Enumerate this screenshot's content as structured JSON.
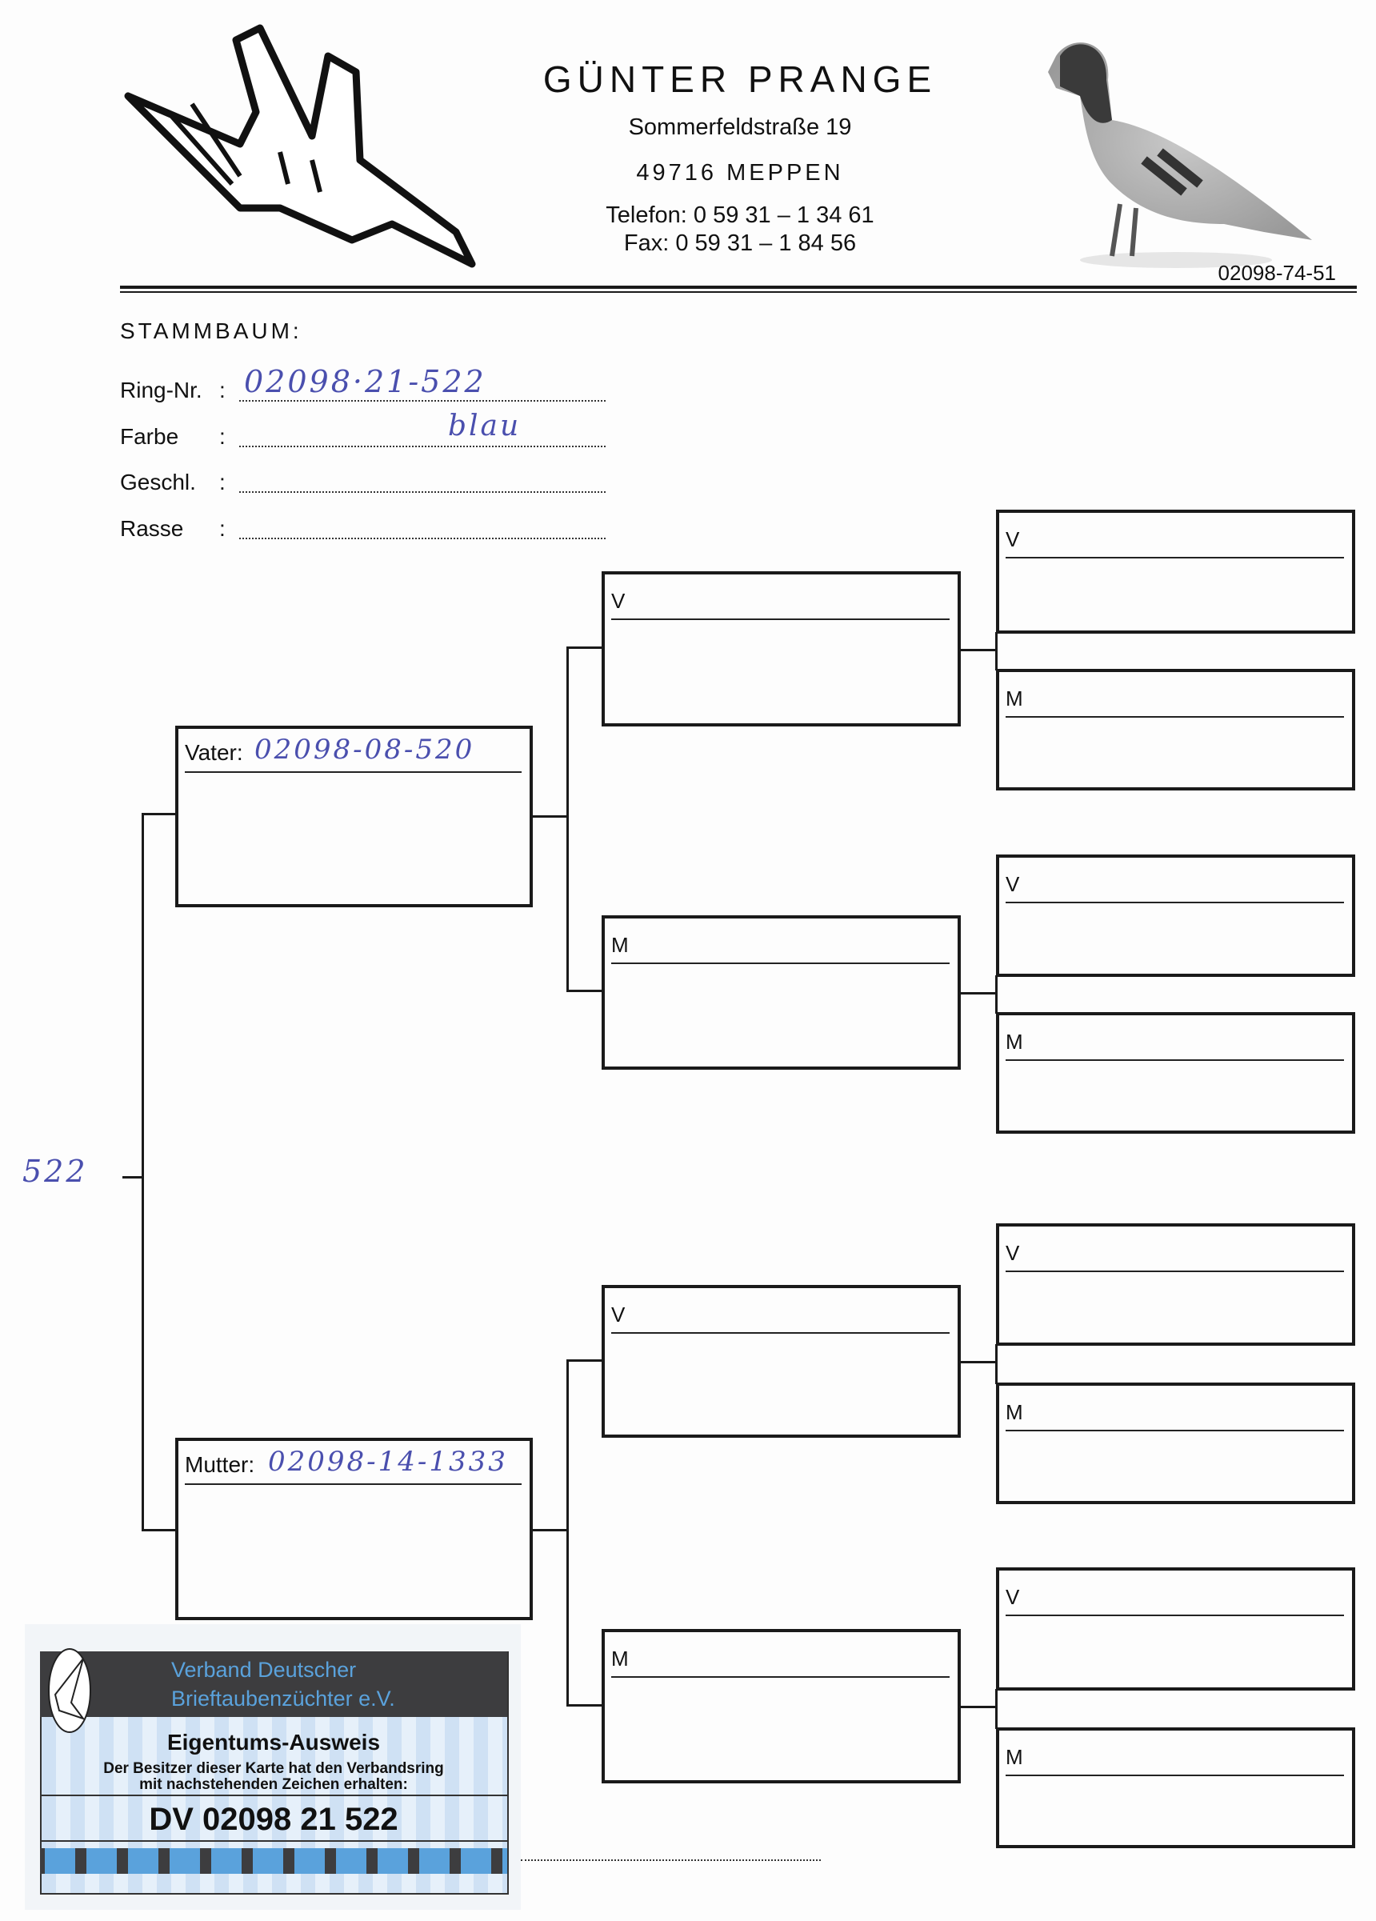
{
  "header": {
    "name": "GÜNTER PRANGE",
    "street": "Sommerfeldstraße 19",
    "city": "49716 MEPPEN",
    "phone": "Telefon: 0 59 31 – 1 34 61",
    "fax": "Fax: 0 59 31 – 1 84 56",
    "code": "02098-74-51"
  },
  "form": {
    "title": "STAMMBAUM:",
    "fields": [
      {
        "label": "Ring-Nr.",
        "value": "02098·21-522"
      },
      {
        "label": "Farbe",
        "value": "blau"
      },
      {
        "label": "Geschl.",
        "value": ""
      },
      {
        "label": "Rasse",
        "value": ""
      }
    ],
    "colon": ":"
  },
  "pedigree": {
    "root": "522",
    "father": {
      "label": "Vater:",
      "value": "02098-08-520"
    },
    "mother": {
      "label": "Mutter:",
      "value": "02098-14-1333"
    },
    "v": "V",
    "m": "M"
  },
  "card": {
    "org1": "Verband Deutscher",
    "org2": "Brieftaubenzüchter e.V.",
    "title": "Eigentums-Ausweis",
    "text1": "Der Besitzer dieser Karte hat den Verbandsring",
    "text2": "mit nachstehenden Zeichen erhalten:",
    "ring": "DV 02098 21 522"
  },
  "colors": {
    "ink": "#4a4fae",
    "card_blue": "#d6e6f6",
    "card_dark": "#3d3d3f",
    "card_text": "#5aa2dc"
  }
}
